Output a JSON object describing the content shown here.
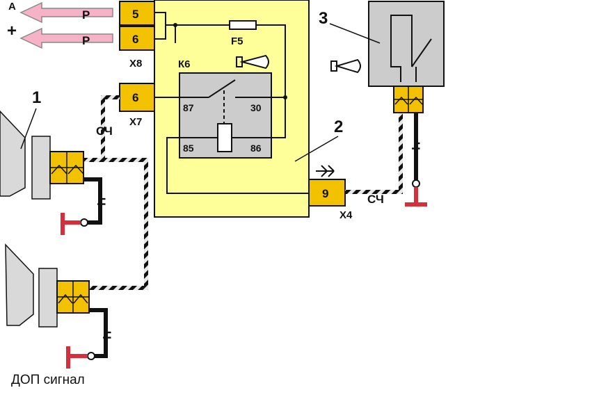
{
  "colors": {
    "block_fill": "#ffff99",
    "connector_fill": "#f2c200",
    "relay_fill": "#cccccc",
    "switch_fill": "#cccccc",
    "arrow_fill": "#f6b3c7",
    "ground_red": "#d42f3a",
    "horn_fill": "#d9d9d9"
  },
  "arrows": [
    {
      "letter": "A",
      "wire": "P"
    },
    {
      "letter": "+",
      "wire": "P"
    }
  ],
  "connector_x8": {
    "label": "X8",
    "pins": [
      "5",
      "6"
    ]
  },
  "connector_x7": {
    "label": "X7",
    "pin": "6",
    "wire": "СЧ"
  },
  "connector_x4": {
    "label": "X4",
    "pin": "9",
    "wire": "СЧ"
  },
  "fuse": {
    "label": "F5"
  },
  "relay": {
    "label": "К6",
    "pins": {
      "p87": "87",
      "p30": "30",
      "p85": "85",
      "p86": "86"
    }
  },
  "callouts": {
    "horn": "1",
    "mount_block": "2",
    "switch": "3"
  },
  "switch_wire": "Ч",
  "ground_wire_1": "Ч",
  "ground_wire_2": "Ч",
  "caption": "ДОП сигнал"
}
